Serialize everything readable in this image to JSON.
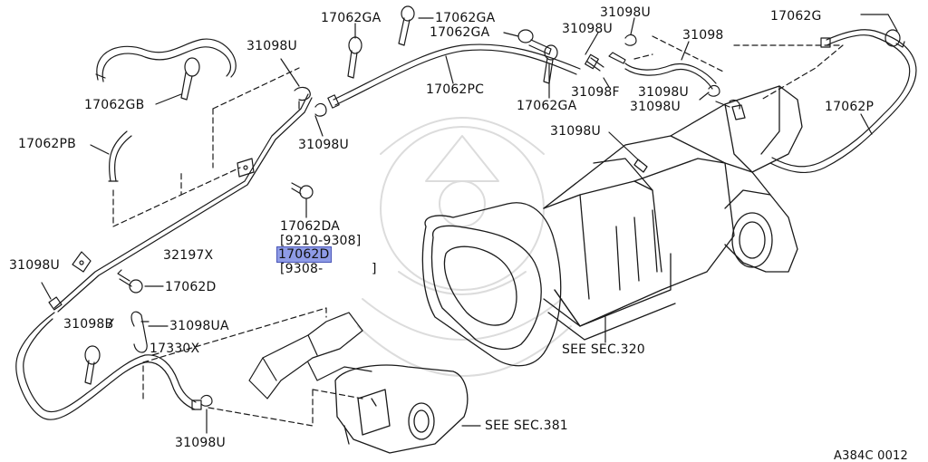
{
  "labels": {
    "p17062gb": "17062GB",
    "p17062pb": "17062PB",
    "p31098u_a": "31098U",
    "p31098u_b": "31098U",
    "p17062ga_a": "17062GA",
    "p17062ga_b": "17062GA",
    "p17062ga_c": "17062GA",
    "p17062ga_d": "17062GA",
    "p31098u_c": "31098U",
    "p31098u_d": "31098U",
    "p31098": "31098",
    "p17062g": "17062G",
    "p17062pc": "17062PC",
    "p31098f": "31098F",
    "p31098u_e": "31098U",
    "p31098u_f": "31098U",
    "p17062p": "17062P",
    "p31098u_g": "31098U",
    "p17062da": "17062DA",
    "date1": "[9210-9308]",
    "p17062d_hl": "17062D",
    "date2": "[9308-",
    "date2_end": "]",
    "p32197x": "32197X",
    "p31098u_h": "31098U",
    "p17062d": "17062D",
    "p31098b": "31098B",
    "p31098ua": "31098UA",
    "p17330x": "17330X",
    "p31098u_i": "31098U",
    "see320": "SEE SEC.320",
    "see381": "SEE SEC.381",
    "figure_code": "A384C 0012"
  },
  "colors": {
    "line": "#1a1a1a",
    "highlight": "#8e9be6",
    "watermark": "#d9d9d9"
  }
}
